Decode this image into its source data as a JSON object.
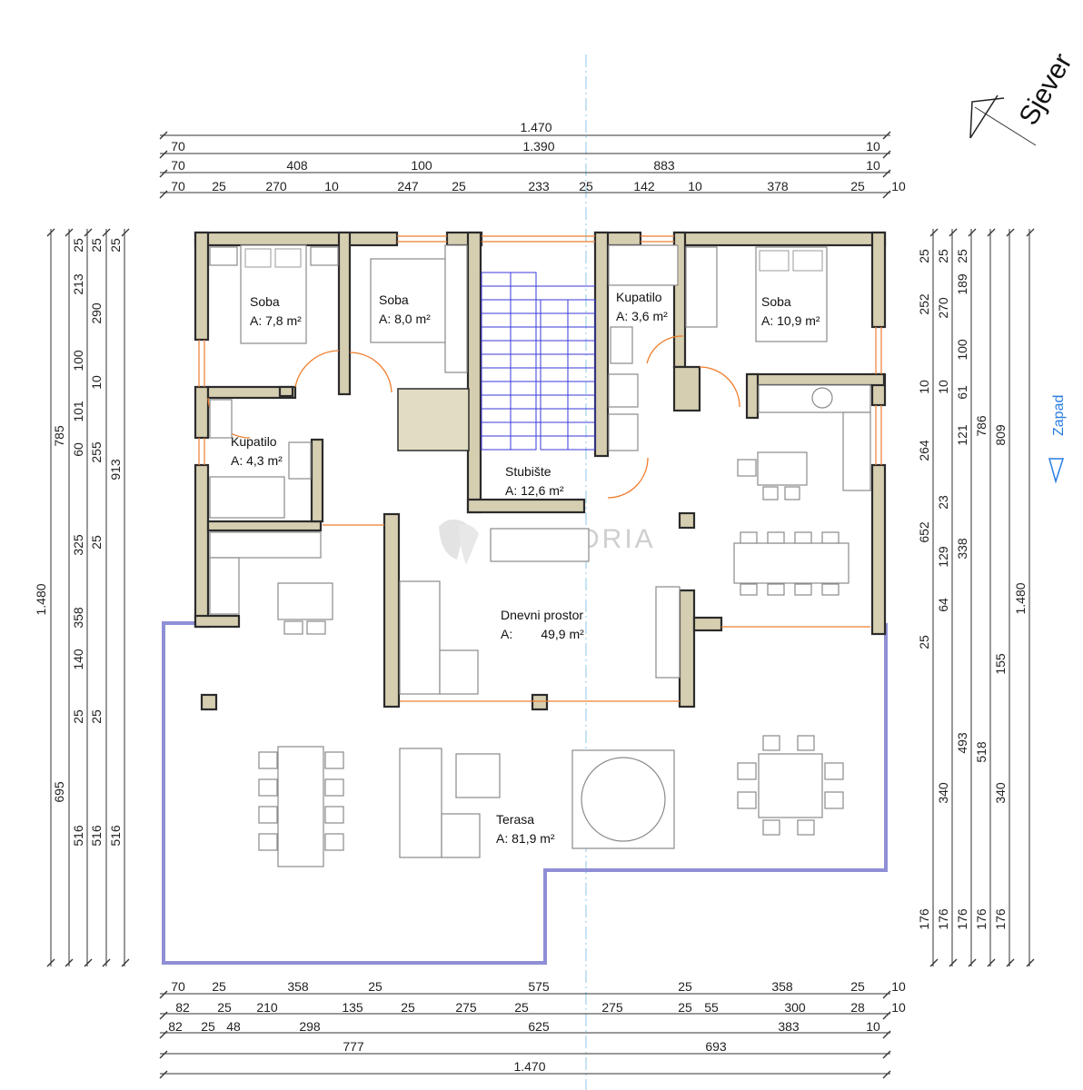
{
  "orientation": {
    "north": "Sjever",
    "west": "Zapad"
  },
  "watermark": {
    "text": "ADRIA"
  },
  "rooms": [
    {
      "id": "soba1",
      "name": "Soba",
      "area": "A: 7,8 m²"
    },
    {
      "id": "soba2",
      "name": "Soba",
      "area": "A: 8,0 m²"
    },
    {
      "id": "kupatilo1",
      "name": "Kupatilo",
      "area": "A: 3,6 m²"
    },
    {
      "id": "soba3",
      "name": "Soba",
      "area": "A: 10,9 m²"
    },
    {
      "id": "kupatilo2",
      "name": "Kupatilo",
      "area": "A: 4,3 m²"
    },
    {
      "id": "stubiste",
      "name": "Stubište",
      "area": "A: 12,6 m²"
    },
    {
      "id": "dnevni",
      "name": "Dnevni prostor",
      "area": "A:        49,9 m²"
    },
    {
      "id": "terasa",
      "name": "Terasa",
      "area": "A: 81,9 m²"
    }
  ],
  "dimensions": {
    "top": [
      [
        "1.470"
      ],
      [
        "70",
        "1.390",
        "10"
      ],
      [
        "70",
        "408",
        "100",
        "883",
        "10"
      ],
      [
        "70",
        "25",
        "270",
        "10",
        "247",
        "25",
        "233",
        "25",
        "142",
        "10",
        "378",
        "25",
        "10"
      ]
    ],
    "bottom": [
      [
        "70",
        "25",
        "358",
        "25",
        "575",
        "25",
        "358",
        "25",
        "10"
      ],
      [
        "82",
        "25",
        "210",
        "135",
        "25",
        "275",
        "25",
        "275",
        "25",
        "55",
        "300",
        "28",
        "10"
      ],
      [
        "82",
        "25",
        "48",
        "298",
        "625",
        "383",
        "10"
      ],
      [
        "777",
        "693"
      ],
      [
        "1.470"
      ]
    ],
    "left": [
      [
        "1.480"
      ],
      [
        "785",
        "695"
      ],
      [
        "25",
        "213",
        "100",
        "101",
        "60",
        "325",
        "358",
        "140",
        "25",
        "516"
      ],
      [
        "25",
        "290",
        "10",
        "255",
        "25",
        "25",
        "516"
      ],
      [
        "25",
        "913",
        "516"
      ]
    ],
    "right": [
      [
        "25",
        "252",
        "10",
        "264",
        "652",
        "25",
        "176"
      ],
      [
        "25",
        "270",
        "10",
        "23",
        "129",
        "64",
        "340",
        "176"
      ],
      [
        "25",
        "189",
        "100",
        "61",
        "121",
        "338",
        "493",
        "176"
      ],
      [
        "786",
        "518",
        "176"
      ],
      [
        "809",
        "155",
        "340",
        "176"
      ],
      [
        "1.480"
      ]
    ]
  }
}
